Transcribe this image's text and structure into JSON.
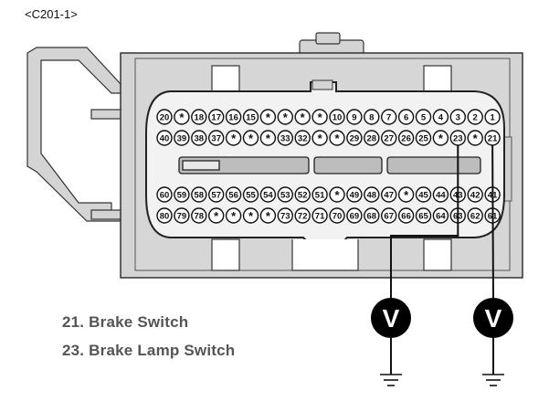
{
  "connector_id": "<C201-1>",
  "rows": [
    [
      "20",
      "*",
      "18",
      "17",
      "16",
      "15",
      "*",
      "*",
      "*",
      "*",
      "10",
      "9",
      "8",
      "7",
      "6",
      "5",
      "4",
      "3",
      "2",
      "1"
    ],
    [
      "40",
      "39",
      "38",
      "37",
      "*",
      "*",
      "*",
      "33",
      "32",
      "*",
      "*",
      "29",
      "28",
      "27",
      "26",
      "25",
      "*",
      "23",
      "*",
      "21"
    ],
    [
      "60",
      "59",
      "58",
      "57",
      "56",
      "55",
      "54",
      "53",
      "52",
      "51",
      "*",
      "49",
      "48",
      "47",
      "*",
      "45",
      "44",
      "43",
      "42",
      "41"
    ],
    [
      "80",
      "79",
      "78",
      "*",
      "*",
      "*",
      "*",
      "73",
      "72",
      "71",
      "70",
      "69",
      "68",
      "67",
      "66",
      "65",
      "64",
      "63",
      "62",
      "61"
    ]
  ],
  "probe_label": "V",
  "probes": [
    {
      "pin": "23"
    },
    {
      "pin": "21"
    }
  ],
  "legend": [
    "21. Brake Switch",
    "23. Brake Lamp Switch"
  ]
}
